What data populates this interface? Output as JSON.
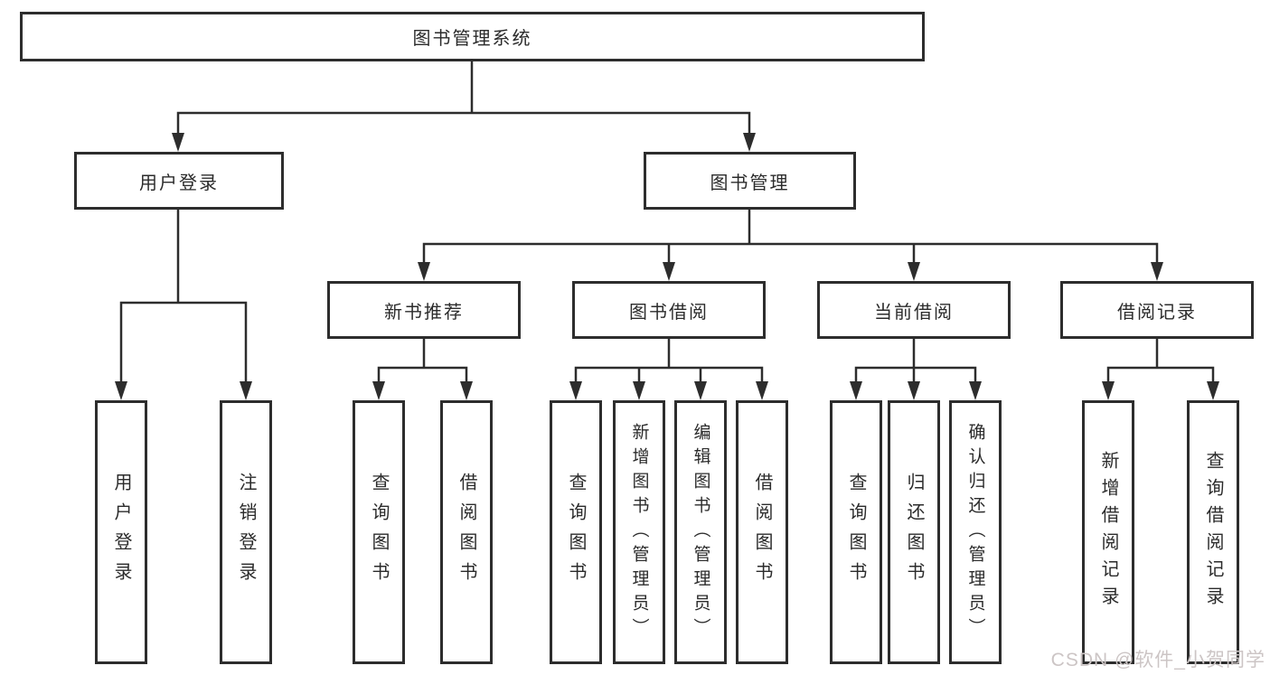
{
  "diagram": {
    "type": "tree",
    "title": "图书管理系统",
    "watermark": "CSDN @软件_小贺同学",
    "colors": {
      "line": "#2d2d2d",
      "box_border": "#2d2d2d",
      "text": "#2b2b2b",
      "background": "#ffffff",
      "watermark": "#ccc5c5"
    },
    "tree": {
      "root": {
        "label": "图书管理系统",
        "children": [
          {
            "label": "用户登录",
            "children": [
              {
                "label": "用户登录"
              },
              {
                "label": "注销登录"
              }
            ]
          },
          {
            "label": "图书管理",
            "children": [
              {
                "label": "新书推荐",
                "children": [
                  {
                    "label": "查询图书"
                  },
                  {
                    "label": "借阅图书"
                  }
                ]
              },
              {
                "label": "图书借阅",
                "children": [
                  {
                    "label": "查询图书"
                  },
                  {
                    "label": "新增图书（管理员）"
                  },
                  {
                    "label": "编辑图书（管理员）"
                  },
                  {
                    "label": "借阅图书"
                  }
                ]
              },
              {
                "label": "当前借阅",
                "children": [
                  {
                    "label": "查询图书"
                  },
                  {
                    "label": "归还图书"
                  },
                  {
                    "label": "确认归还（管理员）"
                  }
                ]
              },
              {
                "label": "借阅记录",
                "children": [
                  {
                    "label": "新增借阅记录"
                  },
                  {
                    "label": "查询借阅记录"
                  }
                ]
              }
            ]
          }
        ]
      }
    }
  }
}
